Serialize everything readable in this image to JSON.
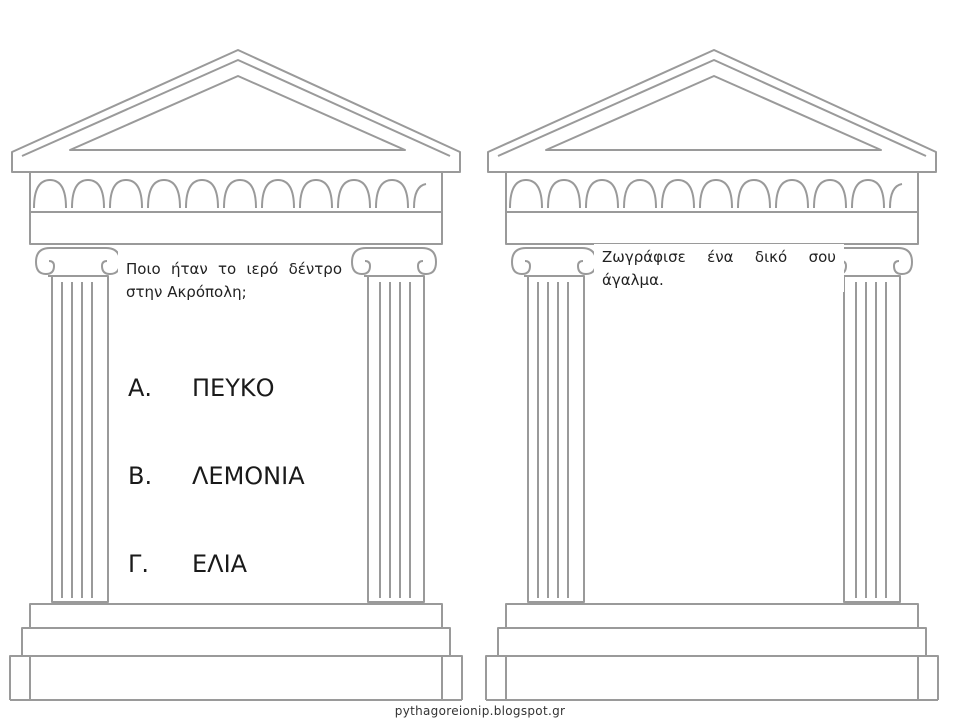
{
  "left_card": {
    "question": "Ποιο ήταν το ιερό δέντρο στην Ακρόπολη;",
    "options": [
      {
        "letter": "Α.",
        "text": "ΠΕΥΚΟ"
      },
      {
        "letter": "Β.",
        "text": "ΛΕΜΟΝΙΑ"
      },
      {
        "letter": "Γ.",
        "text": "ΕΛΙΑ"
      }
    ]
  },
  "right_card": {
    "instruction": "Ζωγράφισε ένα δικό σου άγαλμα."
  },
  "footer": {
    "source": "pythagoreionip.blogspot.gr"
  },
  "colors": {
    "line": "#9a9a9a",
    "text": "#222222"
  }
}
